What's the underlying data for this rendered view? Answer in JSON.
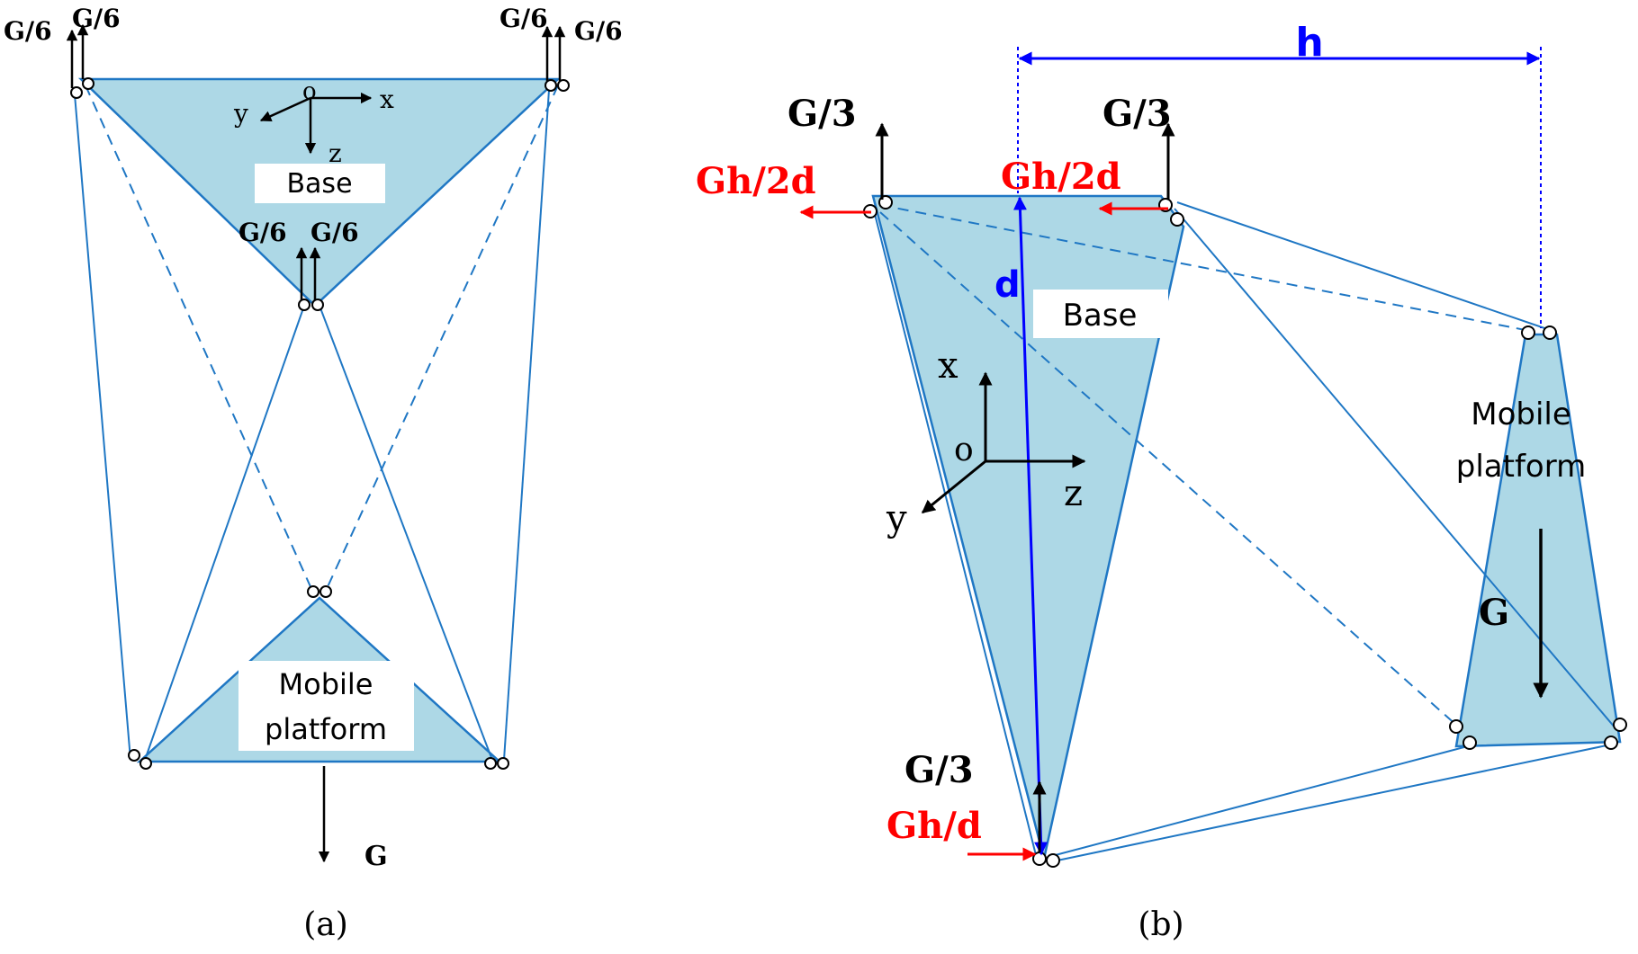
{
  "colors": {
    "fill": "#add8e6",
    "line": "#1f77c4",
    "force": "#000000",
    "reaction": "#ff0000",
    "dimension": "#0000ff"
  },
  "panel_a": {
    "caption": "(a)",
    "base_label": "Base",
    "platform_label_line1": "Mobile",
    "platform_label_line2": "platform",
    "axis_o": "o",
    "axis_x": "x",
    "axis_y": "y",
    "axis_z": "z",
    "force_g6": "G/6",
    "force_g": "G"
  },
  "panel_b": {
    "caption": "(b)",
    "base_label": "Base",
    "platform_label_line1": "Mobile",
    "platform_label_line2": "platform",
    "axis_o": "o",
    "axis_x": "x",
    "axis_y": "y",
    "axis_z": "z",
    "force_g3": "G/3",
    "force_gh2d": "Gh/2d",
    "force_ghd": "Gh/d",
    "force_g": "G",
    "dim_h": "h",
    "dim_d": "d"
  }
}
